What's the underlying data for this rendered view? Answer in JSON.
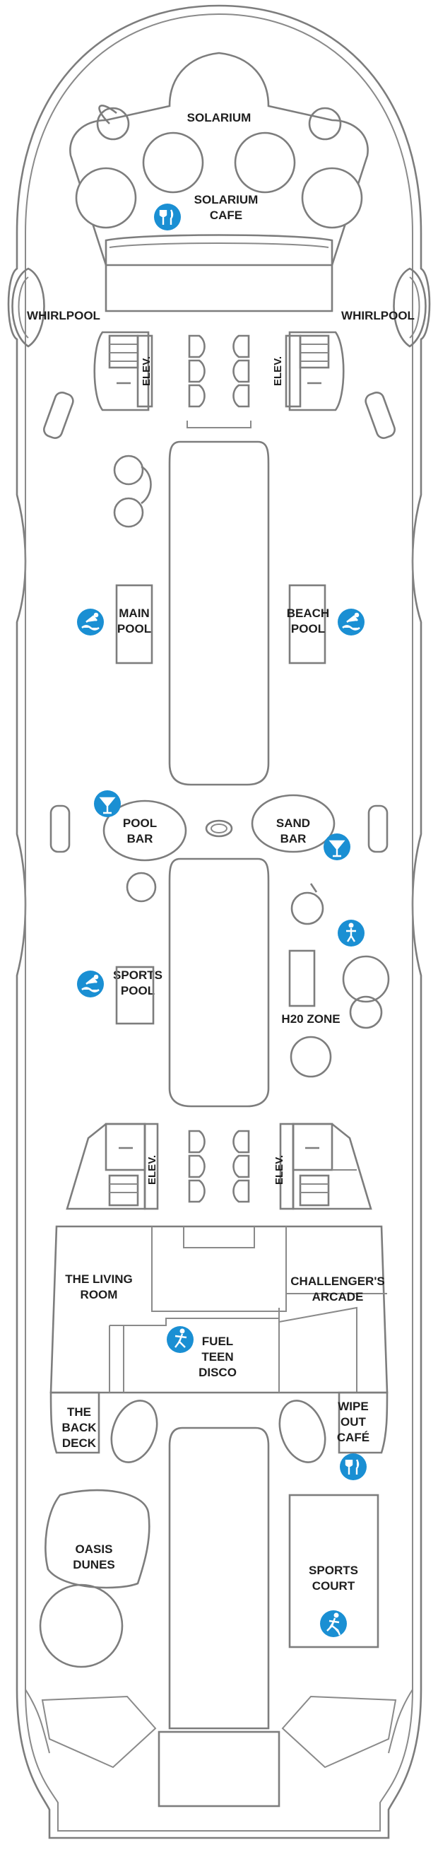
{
  "labels": {
    "solarium": "SOLARIUM",
    "solarium_cafe_1": "SOLARIUM",
    "solarium_cafe_2": "CAFE",
    "whirlpool_left": "WHIRLPOOL",
    "whirlpool_right": "WHIRLPOOL",
    "elev": "ELEV.",
    "main_pool_1": "MAIN",
    "main_pool_2": "POOL",
    "beach_pool_1": "BEACH",
    "beach_pool_2": "POOL",
    "pool_bar_1": "POOL",
    "pool_bar_2": "BAR",
    "sand_bar_1": "SAND",
    "sand_bar_2": "BAR",
    "sports_pool_1": "SPORTS",
    "sports_pool_2": "POOL",
    "h2o_zone": "H20 ZONE",
    "living_room_1": "THE LIVING",
    "living_room_2": "ROOM",
    "arcade_1": "CHALLENGER'S",
    "arcade_2": "ARCADE",
    "fuel_1": "FUEL",
    "fuel_2": "TEEN",
    "fuel_3": "DISCO",
    "back_deck_1": "THE",
    "back_deck_2": "BACK",
    "back_deck_3": "DECK",
    "wipe_out_1": "WIPE",
    "wipe_out_2": "OUT",
    "wipe_out_3": "CAFÉ",
    "oasis_1": "OASIS",
    "oasis_2": "DUNES",
    "sports_court_1": "SPORTS",
    "sports_court_2": "COURT"
  },
  "icons": {
    "dining": "fork-knife-icon",
    "pool": "swimmer-icon",
    "bar": "cocktail-icon",
    "kids": "child-icon",
    "teen": "teen-icon",
    "sports": "runner-icon"
  },
  "colors": {
    "outline": "#7d7d7d",
    "icon_blue": "#1a8fd3",
    "label": "#1e1e1e"
  }
}
